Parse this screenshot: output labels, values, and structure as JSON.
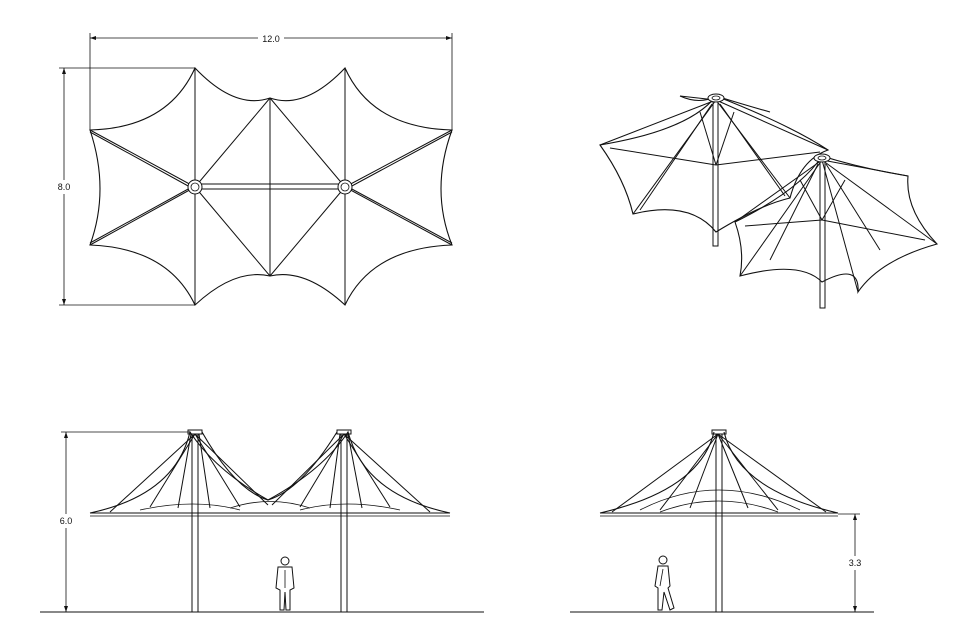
{
  "drawing": {
    "plan_width_label": "12.0",
    "plan_depth_label": "8.0",
    "front_height_label": "6.0",
    "side_clearance_label": "3.3"
  },
  "colors": {
    "line": "#111111",
    "background": "#ffffff"
  }
}
